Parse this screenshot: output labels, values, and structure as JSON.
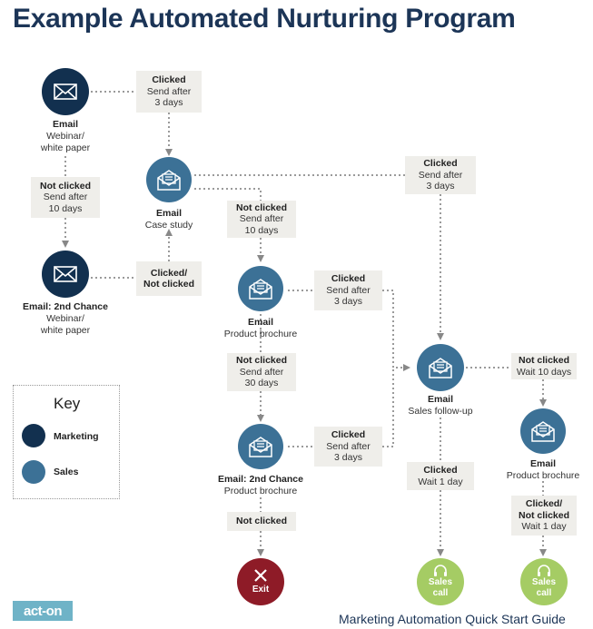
{
  "title": "Example Automated Nurturing Program",
  "nodes": {
    "email1": {
      "title": "Email",
      "lines": [
        "Webinar/",
        "white paper"
      ]
    },
    "case_study": {
      "title": "Email",
      "lines": [
        "Case study"
      ]
    },
    "second_chance1": {
      "title": "Email: 2nd Chance",
      "lines": [
        "Webinar/",
        "white paper"
      ]
    },
    "brochure": {
      "title": "Email",
      "lines": [
        "Product brochure"
      ]
    },
    "second_chance2": {
      "title": "Email: 2nd Chance",
      "lines": [
        "Product brochure"
      ]
    },
    "followup": {
      "title": "Email",
      "lines": [
        "Sales follow-up"
      ]
    },
    "brochure2": {
      "title": "Email",
      "lines": [
        "Product brochure"
      ]
    },
    "exit": {
      "label": "Exit"
    },
    "sales_call1": {
      "label_1": "Sales",
      "label_2": "call"
    },
    "sales_call2": {
      "label_1": "Sales",
      "label_2": "call"
    }
  },
  "conditions": {
    "c1": {
      "bold": "Clicked",
      "lines": [
        "Send after",
        "3 days"
      ]
    },
    "c2": {
      "bold": "Not clicked",
      "lines": [
        "Send after",
        "10 days"
      ]
    },
    "c3": {
      "bold_1": "Clicked/",
      "bold_2": "Not clicked"
    },
    "c4": {
      "bold": "Not clicked",
      "lines": [
        "Send after",
        "10 days"
      ]
    },
    "c5": {
      "bold": "Clicked",
      "lines": [
        "Send after",
        "3 days"
      ]
    },
    "c6": {
      "bold": "Clicked",
      "lines": [
        "Send after",
        "3 days"
      ]
    },
    "c7": {
      "bold": "Not clicked",
      "lines": [
        "Send after",
        "30 days"
      ]
    },
    "c8": {
      "bold": "Clicked",
      "lines": [
        "Send after",
        "3 days"
      ]
    },
    "c9": {
      "bold": "Not clicked"
    },
    "c10": {
      "bold": "Clicked",
      "lines": [
        "Wait 1 day"
      ]
    },
    "c11": {
      "bold": "Not clicked",
      "lines": [
        "Wait 10 days"
      ]
    },
    "c12": {
      "bold_1": "Clicked/",
      "bold_2": "Not clicked",
      "lines": [
        "Wait 1 day"
      ]
    }
  },
  "key": {
    "title": "Key",
    "marketing": "Marketing",
    "sales": "Sales",
    "colors": {
      "marketing": "#12304f",
      "sales": "#3c7196",
      "exit": "#8e1b27",
      "sales_call": "#a5cc64"
    }
  },
  "logo": "act-on",
  "footer": "Marketing Automation Quick Start Guide"
}
